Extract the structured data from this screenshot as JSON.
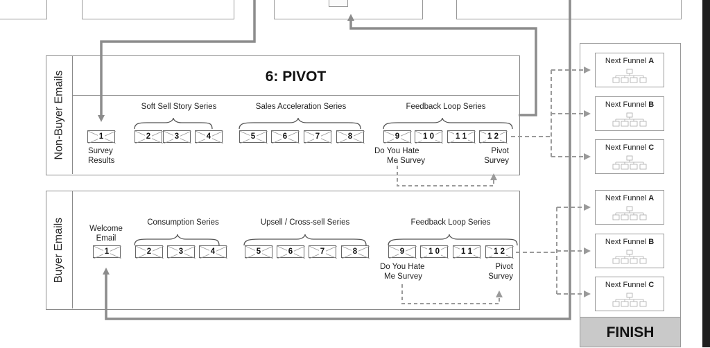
{
  "title": "6: PIVOT",
  "finish": "FINISH",
  "non_buyer": {
    "label": "Non-Buyer Emails",
    "series": [
      {
        "name": "Soft Sell Story Series"
      },
      {
        "name": "Sales Acceleration Series"
      },
      {
        "name": "Feedback Loop Series"
      }
    ],
    "emails": [
      "1",
      "2",
      "3",
      "4",
      "5",
      "6",
      "7",
      "8",
      "9",
      "1 0",
      "1 1",
      "1 2"
    ],
    "captions": {
      "survey_results_1": "Survey",
      "survey_results_2": "Results",
      "hate_1": "Do You Hate",
      "hate_2": "Me Survey",
      "pivot_1": "Pivot",
      "pivot_2": "Survey"
    }
  },
  "buyer": {
    "label": "Buyer Emails",
    "series": [
      {
        "name": "Consumption Series"
      },
      {
        "name": "Upsell / Cross-sell Series"
      },
      {
        "name": "Feedback Loop Series"
      }
    ],
    "emails": [
      "1",
      "2",
      "3",
      "4",
      "5",
      "6",
      "7",
      "8",
      "9",
      "1 0",
      "1 1",
      "1 2"
    ],
    "captions": {
      "welcome_1": "Welcome",
      "welcome_2": "Email",
      "hate_1": "Do You Hate",
      "hate_2": "Me Survey",
      "pivot_1": "Pivot",
      "pivot_2": "Survey"
    }
  },
  "funnels": [
    {
      "prefix": "Next Funnel",
      "letter": "A"
    },
    {
      "prefix": "Next Funnel",
      "letter": "B"
    },
    {
      "prefix": "Next Funnel",
      "letter": "C"
    },
    {
      "prefix": "Next Funnel",
      "letter": "A"
    },
    {
      "prefix": "Next Funnel",
      "letter": "B"
    },
    {
      "prefix": "Next Funnel",
      "letter": "C"
    }
  ],
  "colors": {
    "arrow": "#8c8c8c",
    "border": "#8a8a8a",
    "finish_bg": "#c9c9c9"
  }
}
